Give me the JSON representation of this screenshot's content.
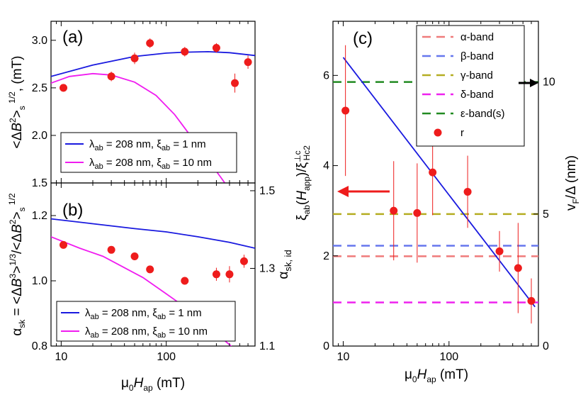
{
  "colors": {
    "blue": "#1a1adf",
    "magenta": "#f01cf0",
    "red": "#ee1c1c",
    "alpha": "#ef7b7b",
    "beta": "#6677ee",
    "gamma": "#b5ad22",
    "delta": "#ee22ee",
    "epsilon": "#228b22"
  },
  "panel_a_label": "(a)",
  "panel_b_label": "(b)",
  "panel_c_label": "(c)",
  "chart_data": [
    {
      "type": "scatter",
      "panel": "(a)",
      "xscale": "log",
      "xlim": [
        8,
        700
      ],
      "ylim": [
        1.5,
        3.2
      ],
      "ylabel_left": "<ΔB²>s^1/2 , (mT)",
      "yticks": [
        "1.5",
        "2.0",
        "2.5",
        "3.0"
      ],
      "series": [
        {
          "name": "λab = 208 nm, ξab = 1 nm",
          "kind": "line",
          "x": [
            8,
            20,
            50,
            100,
            150,
            250,
            400,
            700
          ],
          "y": [
            2.62,
            2.74,
            2.83,
            2.865,
            2.875,
            2.88,
            2.87,
            2.84
          ]
        },
        {
          "name": "λab = 208 nm, ξab = 10 nm",
          "kind": "line",
          "x": [
            8,
            12,
            20,
            30,
            50,
            80,
            120,
            180,
            250,
            330,
            400
          ],
          "y": [
            2.55,
            2.62,
            2.65,
            2.635,
            2.56,
            2.42,
            2.22,
            1.96,
            1.74,
            1.56,
            1.43
          ]
        },
        {
          "name": "data",
          "kind": "points",
          "x": [
            10.5,
            30,
            50,
            70,
            150,
            300,
            450,
            600
          ],
          "y": [
            2.5,
            2.62,
            2.81,
            2.97,
            2.88,
            2.92,
            2.55,
            2.77
          ],
          "err": [
            0.04,
            0.05,
            0.06,
            0.05,
            0.05,
            0.05,
            0.1,
            0.07
          ]
        }
      ]
    },
    {
      "type": "scatter",
      "panel": "(b)",
      "xscale": "log",
      "xlim": [
        8,
        700
      ],
      "ylim": [
        0.8,
        1.3
      ],
      "xlabel": "μ0Hap (mT)",
      "xticks": [
        "10",
        "100"
      ],
      "ylabel_left": "αsk = <ΔB³>^1/3/<ΔB²>s^1/2",
      "yticks": [
        "0.8",
        "1.0",
        "1.2"
      ],
      "ylabel_right": "αsk, id",
      "yticks_right": [
        "1.1",
        "1.3",
        "1.5"
      ],
      "series": [
        {
          "name": "λab = 208 nm, ξab = 1 nm",
          "kind": "line",
          "x": [
            8,
            20,
            50,
            100,
            200,
            400,
            700
          ],
          "y": [
            1.19,
            1.175,
            1.16,
            1.15,
            1.135,
            1.118,
            1.1
          ]
        },
        {
          "name": "λab = 208 nm, ξab = 10 nm",
          "kind": "line",
          "x": [
            8,
            15,
            25,
            40,
            60,
            100,
            150,
            250,
            350,
            450
          ],
          "y": [
            1.135,
            1.1,
            1.075,
            1.04,
            1.01,
            0.96,
            0.92,
            0.86,
            0.82,
            0.79
          ]
        },
        {
          "name": "data",
          "kind": "points",
          "x": [
            10.5,
            30,
            50,
            70,
            150,
            300,
            400,
            550
          ],
          "y": [
            1.11,
            1.095,
            1.075,
            1.035,
            1.0,
            1.02,
            1.02,
            1.06
          ],
          "err": [
            0.01,
            0.01,
            0.012,
            0.01,
            0.012,
            0.02,
            0.025,
            0.02
          ]
        }
      ]
    },
    {
      "type": "scatter",
      "panel": "(c)",
      "xscale": "log",
      "xlim": [
        8,
        700
      ],
      "ylim": [
        0,
        7.2
      ],
      "xlabel": "μ0Hap (mT)",
      "xticks": [
        "10",
        "100"
      ],
      "ylabel_left": "ξab(Happ)/ξ⊥cHc2",
      "yticks": [
        "0",
        "2",
        "4",
        "6"
      ],
      "ylabel_right": "vF/Δ  (nm)",
      "yticks_right": [
        "0",
        "5",
        "10"
      ],
      "legend": [
        "α-band",
        "β-band",
        "γ-band",
        "δ-band",
        "ε-band(s)",
        "r"
      ],
      "series": [
        {
          "name": "α-band",
          "kind": "hline",
          "y_right": 3.4
        },
        {
          "name": "β-band",
          "kind": "hline",
          "y_right": 3.8
        },
        {
          "name": "γ-band",
          "kind": "hline",
          "y_right": 5.0
        },
        {
          "name": "δ-band",
          "kind": "hline",
          "y_right": 1.65
        },
        {
          "name": "ε-band(s)",
          "kind": "hline",
          "y_right": 10.0
        },
        {
          "name": "fit",
          "kind": "line",
          "x": [
            10,
            650
          ],
          "y": [
            6.4,
            0.87
          ]
        },
        {
          "name": "r",
          "kind": "points",
          "x": [
            10.5,
            30,
            50,
            70,
            150,
            300,
            450,
            600
          ],
          "y": [
            5.22,
            3.0,
            2.95,
            3.85,
            3.42,
            2.1,
            1.73,
            1.0
          ],
          "err": [
            1.45,
            1.1,
            1.1,
            0.95,
            0.8,
            0.45,
            1.0,
            0.5
          ]
        }
      ]
    }
  ]
}
